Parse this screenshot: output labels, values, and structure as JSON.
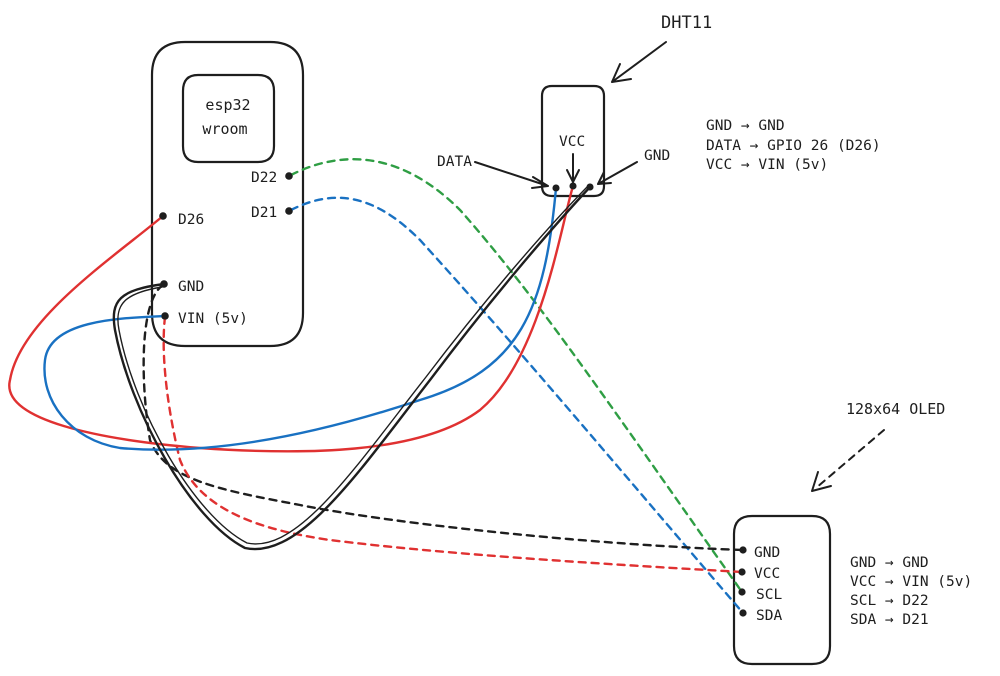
{
  "colors": {
    "ink": "#1e1e1e",
    "red": "#e03131",
    "blue": "#1971c2",
    "green": "#2f9e44"
  },
  "esp32": {
    "chip_line1": "esp32",
    "chip_line2": "wroom",
    "pins": {
      "d22": "D22",
      "d21": "D21",
      "d26": "D26",
      "gnd": "GND",
      "vin": "VIN (5v)"
    }
  },
  "dht11": {
    "title": "DHT11",
    "pin_data": "DATA",
    "pin_vcc": "VCC",
    "pin_gnd": "GND",
    "notes": [
      "GND → GND",
      "DATA → GPIO 26 (D26)",
      "VCC → VIN (5v)"
    ]
  },
  "oled": {
    "title": "128x64 OLED",
    "pins": {
      "gnd": "GND",
      "vcc": "VCC",
      "scl": "SCL",
      "sda": "SDA"
    },
    "notes": [
      "GND → GND",
      "VCC → VIN (5v)",
      "SCL → D22",
      "SDA → D21"
    ]
  }
}
